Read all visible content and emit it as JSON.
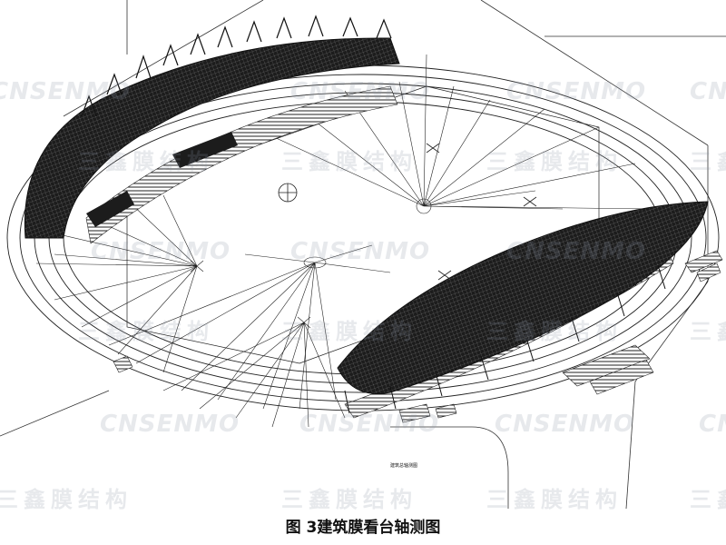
{
  "caption": "图 3建筑膜看台轴测图",
  "drawing_stamp": "建筑总轴测图",
  "watermark": {
    "en": "CNSENMO",
    "cn": "三鑫膜结构"
  },
  "colors": {
    "line": "#1a1a1a",
    "membrane": "#222222",
    "watermark": "#8a94a6"
  }
}
